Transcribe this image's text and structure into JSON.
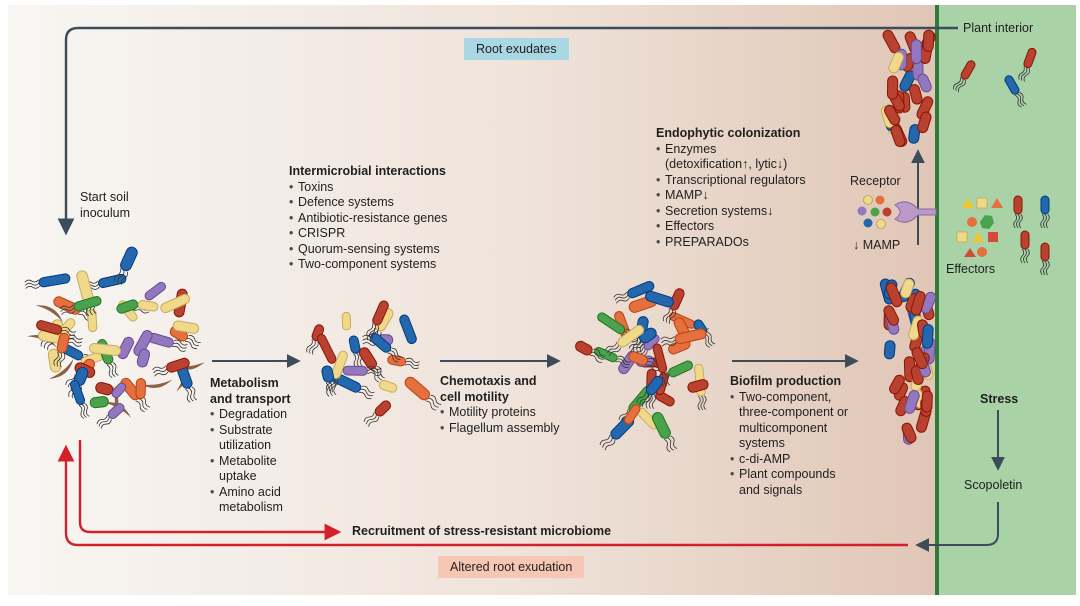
{
  "top_loop": {
    "label": "Root exudates",
    "plant_interior": "Plant interior"
  },
  "bottom_loop": {
    "label": "Altered root exudation",
    "recruitment": "Recruitment of stress-resistant microbiome"
  },
  "start": {
    "label_line1": "Start soil",
    "label_line2": "inoculum"
  },
  "metabolism": {
    "title_line1": "Metabolism",
    "title_line2": "and transport",
    "items": [
      "Degradation",
      "Substrate",
      "utilization",
      "Metabolite",
      "uptake",
      "Amino acid",
      "metabolism"
    ]
  },
  "intermicrobial": {
    "title": "Intermicrobial interactions",
    "items": [
      "Toxins",
      "Defence systems",
      "Antibiotic-resistance genes",
      "CRISPR",
      "Quorum-sensing systems",
      "Two-component systems"
    ]
  },
  "chemotaxis": {
    "title_line1": "Chemotaxis and",
    "title_line2": "cell motility",
    "items": [
      "Motility proteins",
      "Flagellum assembly"
    ]
  },
  "endophytic": {
    "title": "Endophytic colonization",
    "items": [
      "Enzymes",
      "(detoxification↑, lytic↓)",
      "Transcriptional regulators",
      "MAMP↓",
      "Secretion systems↓",
      "Effectors",
      "PREPARADOs"
    ]
  },
  "biofilm": {
    "title": "Biofilm production",
    "items": [
      "Two-component,",
      "three-component or",
      "multicomponent",
      "systems",
      "c-di-AMP",
      "Plant compounds",
      "and signals"
    ]
  },
  "receptor": {
    "label": "Receptor",
    "mamp": "↓ MAMP"
  },
  "plant_side": {
    "effectors": "Effectors",
    "stress": "Stress",
    "scopoletin": "Scopoletin"
  },
  "colors": {
    "bg_left": "#f6f3ef",
    "bg_right": "#e3cbbd",
    "plant": "#a8d1a6",
    "root_edge": "#2f7a36",
    "arrow_dark": "#3c4c5b",
    "arrow_red": "#d4202a",
    "root_exudates_tag": "#a9d7e3",
    "altered_tag": "#f6c7b5",
    "bac_red": "#b8412f",
    "bac_orange": "#e56f3e",
    "bac_yellow": "#f1d98b",
    "bac_green": "#4aa34c",
    "bac_blue": "#2467ad",
    "bac_purple": "#9478bf",
    "bac_brown": "#8a6245",
    "receptor": "#b99ac9"
  }
}
